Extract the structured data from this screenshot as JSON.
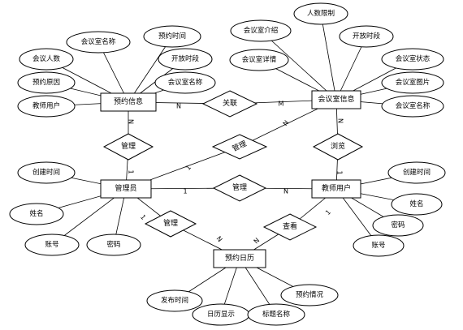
{
  "entities": {
    "booking_info": "预约信息",
    "room_info": "会议室信息",
    "admin": "管理员",
    "teacher": "教师用户",
    "calendar": "预约日历"
  },
  "relationships": {
    "link": "关联",
    "manage_booking": "管理",
    "manage_room": "管理",
    "browse": "浏览",
    "manage_teacher": "管理",
    "manage_calendar": "管理",
    "view_calendar": "查看"
  },
  "attributes": {
    "booking_room_name": "会议室名称",
    "booking_time": "预约时间",
    "booking_open": "开放时段",
    "booking_room_name2": "会议室名称",
    "booking_people": "会议人数",
    "booking_reason": "预约原因",
    "booking_teacher": "教师用户",
    "room_intro": "会议室介绍",
    "room_limit": "人数限制",
    "room_open": "开放时段",
    "room_detail": "会议室详情",
    "room_status": "会议室状态",
    "room_image": "会议室图片",
    "room_name": "会议室名称",
    "admin_created": "创建时间",
    "admin_name": "姓名",
    "admin_account": "账号",
    "admin_password": "密码",
    "teacher_created": "创建时间",
    "teacher_name": "姓名",
    "teacher_password": "密码",
    "teacher_account": "账号",
    "cal_publish": "发布时间",
    "cal_display": "日历显示",
    "cal_title": "标题名称",
    "cal_status": "预约情况"
  },
  "cardinalities": {
    "link_booking": "N",
    "link_room": "M",
    "booking_manage": "N",
    "admin_manage": "1",
    "admin_room_manage": "1",
    "room_manage": "N",
    "room_browse": "N",
    "teacher_browse": "1",
    "admin_teacher": "1",
    "teacher_admin": "N",
    "admin_cal_manage": "1",
    "cal_admin_manage": "N",
    "teacher_view": "1",
    "cal_view": "N"
  }
}
